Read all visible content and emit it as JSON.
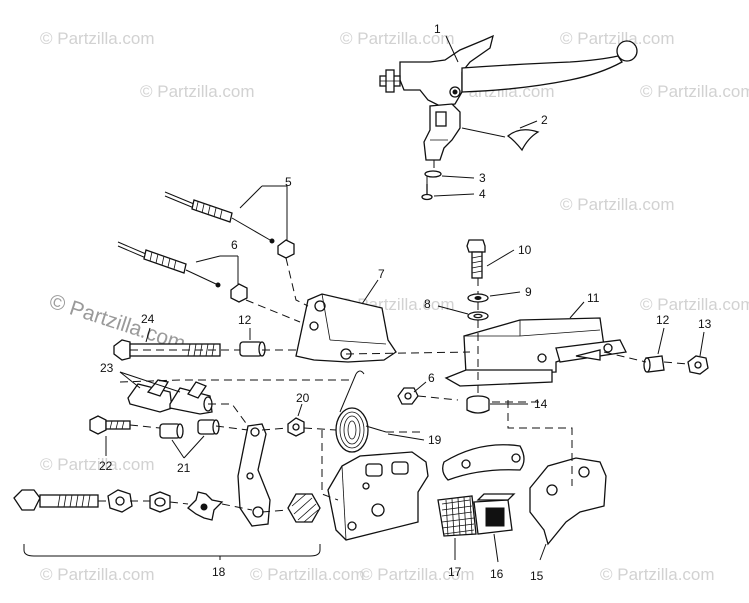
{
  "watermark": {
    "text": "© Partzilla.com",
    "emphasized_text": "© Partzilla.com"
  },
  "callouts": {
    "c1": "1",
    "c2": "2",
    "c3": "3",
    "c4": "4",
    "c5": "5",
    "c6a": "6",
    "c6b": "6",
    "c7": "7",
    "c8": "8",
    "c9": "9",
    "c10": "10",
    "c11": "11",
    "c12a": "12",
    "c12b": "12",
    "c13": "13",
    "c14": "14",
    "c15": "15",
    "c16": "16",
    "c17": "17",
    "c18": "18",
    "c19": "19",
    "c20": "20",
    "c21": "21",
    "c22": "22",
    "c23": "23",
    "c24": "24"
  },
  "icons": {
    "watermark": "copyright-watermark-icon"
  }
}
